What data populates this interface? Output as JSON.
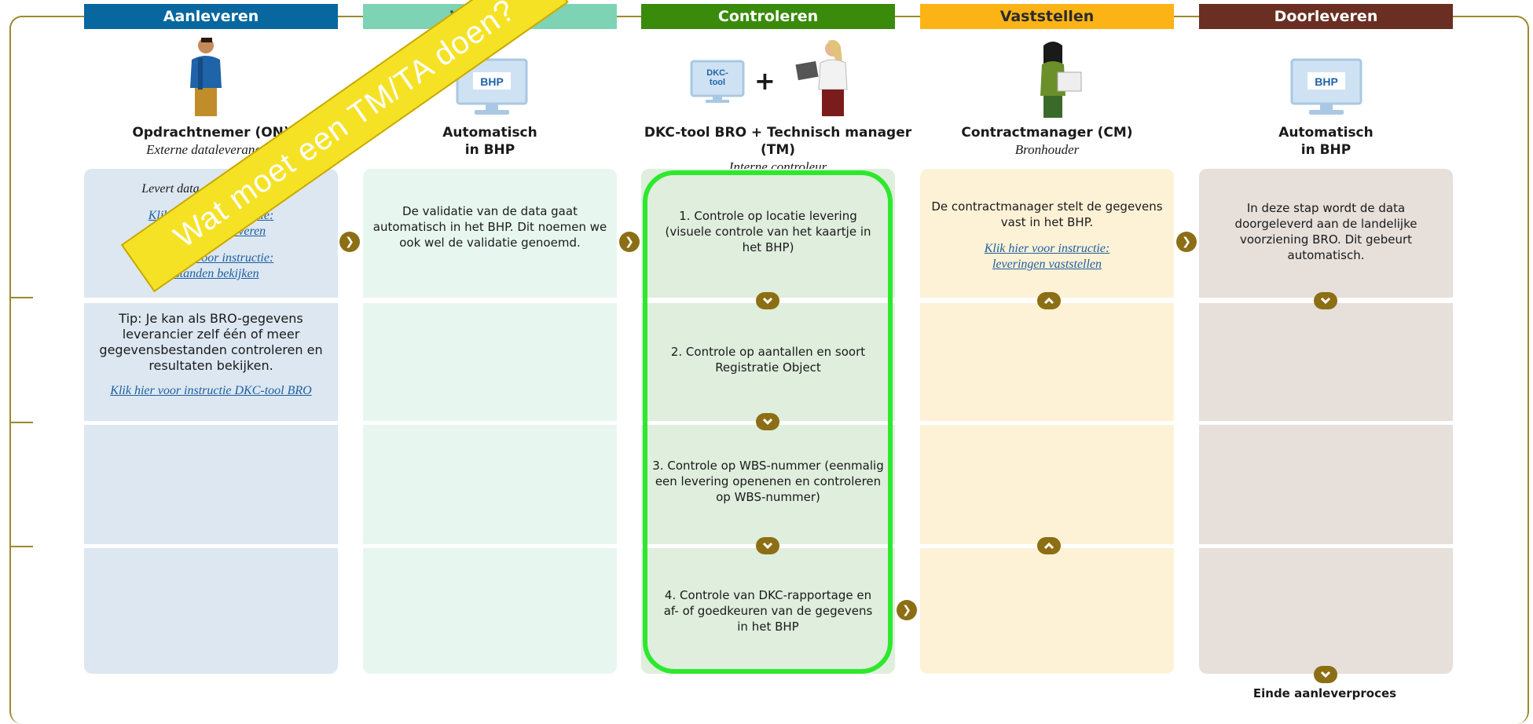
{
  "headers": [
    {
      "label": "Aanleveren",
      "color": "#08679f"
    },
    {
      "label": "Valideren",
      "color": "#7dd3b4"
    },
    {
      "label": "Controleren",
      "color": "#3a8a0c"
    },
    {
      "label": "Vaststellen",
      "color": "#fcb316"
    },
    {
      "label": "Doorleveren",
      "color": "#6a2e22"
    }
  ],
  "roles": [
    {
      "title": "Opdrachtnemer (ON)",
      "subtitle": "Externe dataleverancier"
    },
    {
      "title": "Automatisch",
      "subtitle": "in BHP"
    },
    {
      "title": "DKC-tool BRO + Technisch manager (TM)",
      "subtitle": "Interne controleur"
    },
    {
      "title": "Contractmanager (CM)",
      "subtitle": "Bronhouder"
    },
    {
      "title": "Automatisch",
      "subtitle": "in BHP"
    }
  ],
  "icons": {
    "bhp1": "BHP",
    "bhp2": "BHP",
    "dkc": "DKC-tool",
    "plus": "+"
  },
  "aanleveren": {
    "intro": "Levert data aan in het BHP",
    "link1": "Klik hier voor instructie: bestanden aanleveren",
    "link2": "Klik hier voor instructie: bestanden bekijken",
    "tip": "Tip: Je kan als BRO-gegevens leverancier zelf één of meer gegevensbestanden controleren en resultaten bekijken.",
    "link3": "Klik hier voor instructie DKC-tool BRO"
  },
  "valideren": {
    "text": "De validatie van de data gaat automatisch in het BHP. Dit noemen we ook wel de validatie genoemd."
  },
  "controleren": {
    "step1": "1. Controle op locatie levering (visuele controle van het kaartje in het BHP)",
    "step2": "2. Controle op aantallen en soort Registratie Object",
    "step3": "3. Controle op WBS-nummer (eenmalig een levering openenen en controleren op WBS-nummer)",
    "step4": "4. Controle van DKC-rapportage en af- of goedkeuren van de gegevens in het BHP"
  },
  "vaststellen": {
    "text": "De contractmanager stelt de gegevens vast in het BHP.",
    "link": "Klik hier voor instructie: leveringen vaststellen"
  },
  "doorleveren": {
    "text": "In deze stap wordt de data doorgeleverd aan de landelijke voorziening BRO. Dit gebeurt automatisch."
  },
  "banner": "Wat moet een TM/TA doen?",
  "footer": "Einde aanleverproces",
  "colors": {
    "col1": "#dce7f1",
    "col2": "#e8f6f0",
    "col3": "#dfeedd",
    "col4": "#fdf2d6",
    "col5": "#e6dfda",
    "accent": "#8c6f14"
  }
}
